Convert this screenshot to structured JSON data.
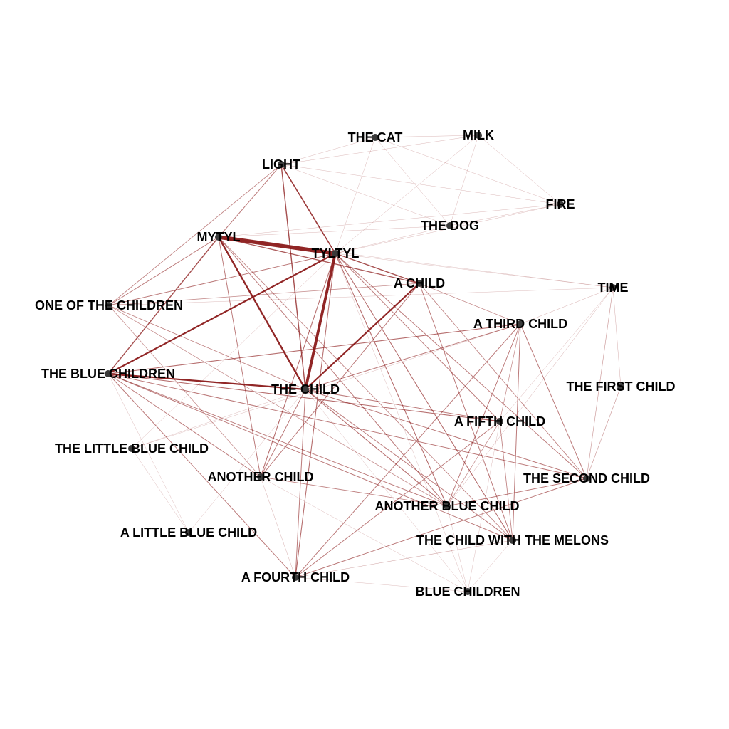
{
  "colors": {
    "background": "#ffffff",
    "edge": "#8b1a1a",
    "node": "#3a3a3a",
    "label": "#000000"
  },
  "nodes": [
    {
      "id": "THE CAT",
      "label": "THE CAT"
    },
    {
      "id": "MILK",
      "label": "MILK"
    },
    {
      "id": "LIGHT",
      "label": "LIGHT"
    },
    {
      "id": "FIRE",
      "label": "FIRE"
    },
    {
      "id": "THE DOG",
      "label": "THE DOG"
    },
    {
      "id": "MYTYL",
      "label": "MYTYL"
    },
    {
      "id": "TYLTYL",
      "label": "TYLTYL"
    },
    {
      "id": "A CHILD",
      "label": "A CHILD"
    },
    {
      "id": "TIME",
      "label": "TIME"
    },
    {
      "id": "ONE OF THE CHILDREN",
      "label": "ONE OF THE CHILDREN"
    },
    {
      "id": "A THIRD CHILD",
      "label": "A THIRD CHILD"
    },
    {
      "id": "THE BLUE CHILDREN",
      "label": "THE BLUE CHILDREN"
    },
    {
      "id": "THE FIRST CHILD",
      "label": "THE FIRST CHILD"
    },
    {
      "id": "THE CHILD",
      "label": "THE CHILD"
    },
    {
      "id": "A FIFTH CHILD",
      "label": "A FIFTH CHILD"
    },
    {
      "id": "THE LITTLE BLUE CHILD",
      "label": "THE LITTLE BLUE CHILD"
    },
    {
      "id": "ANOTHER CHILD",
      "label": "ANOTHER CHILD"
    },
    {
      "id": "THE SECOND CHILD",
      "label": "THE SECOND CHILD"
    },
    {
      "id": "ANOTHER BLUE CHILD",
      "label": "ANOTHER BLUE CHILD"
    },
    {
      "id": "A LITTLE BLUE CHILD",
      "label": "A LITTLE BLUE CHILD"
    },
    {
      "id": "THE CHILD WITH THE MELONS",
      "label": "THE CHILD WITH THE MELONS"
    },
    {
      "id": "A FOURTH CHILD",
      "label": "A FOURTH CHILD"
    },
    {
      "id": "BLUE CHILDREN",
      "label": "BLUE CHILDREN"
    }
  ],
  "edges": [
    {
      "source": "MYTYL",
      "target": "TYLTYL",
      "weight": 5
    },
    {
      "source": "TYLTYL",
      "target": "THE CHILD",
      "weight": 3.5
    },
    {
      "source": "MYTYL",
      "target": "THE CHILD",
      "weight": 2.2
    },
    {
      "source": "TYLTYL",
      "target": "THE BLUE CHILDREN",
      "weight": 2
    },
    {
      "source": "THE BLUE CHILDREN",
      "target": "THE CHILD",
      "weight": 2
    },
    {
      "source": "A CHILD",
      "target": "THE CHILD",
      "weight": 2
    },
    {
      "source": "LIGHT",
      "target": "TYLTYL",
      "weight": 1.5
    },
    {
      "source": "LIGHT",
      "target": "THE CHILD",
      "weight": 1.3
    },
    {
      "source": "MYTYL",
      "target": "THE BLUE CHILDREN",
      "weight": 1.3
    },
    {
      "source": "TYLTYL",
      "target": "A CHILD",
      "weight": 1.3
    },
    {
      "source": "MYTYL",
      "target": "A CHILD",
      "weight": 1.2
    },
    {
      "source": "LIGHT",
      "target": "MYTYL",
      "weight": 0.9
    },
    {
      "source": "LIGHT",
      "target": "ONE OF THE CHILDREN",
      "weight": 0.8
    },
    {
      "source": "MYTYL",
      "target": "ONE OF THE CHILDREN",
      "weight": 0.9
    },
    {
      "source": "TYLTYL",
      "target": "ONE OF THE CHILDREN",
      "weight": 0.9
    },
    {
      "source": "ONE OF THE CHILDREN",
      "target": "A CHILD",
      "weight": 0.7
    },
    {
      "source": "ONE OF THE CHILDREN",
      "target": "THE CHILD",
      "weight": 0.8
    },
    {
      "source": "ONE OF THE CHILDREN",
      "target": "ANOTHER CHILD",
      "weight": 0.7
    },
    {
      "source": "ONE OF THE CHILDREN",
      "target": "ANOTHER BLUE CHILD",
      "weight": 0.7
    },
    {
      "source": "MYTYL",
      "target": "ANOTHER CHILD",
      "weight": 0.9
    },
    {
      "source": "MYTYL",
      "target": "ANOTHER BLUE CHILD",
      "weight": 0.9
    },
    {
      "source": "MYTYL",
      "target": "THE CHILD WITH THE MELONS",
      "weight": 0.8
    },
    {
      "source": "TYLTYL",
      "target": "ANOTHER CHILD",
      "weight": 1
    },
    {
      "source": "TYLTYL",
      "target": "A FOURTH CHILD",
      "weight": 1
    },
    {
      "source": "TYLTYL",
      "target": "ANOTHER BLUE CHILD",
      "weight": 1
    },
    {
      "source": "TYLTYL",
      "target": "THE CHILD WITH THE MELONS",
      "weight": 1
    },
    {
      "source": "TYLTYL",
      "target": "THE SECOND CHILD",
      "weight": 0.9
    },
    {
      "source": "TYLTYL",
      "target": "A FIFTH CHILD",
      "weight": 0.9
    },
    {
      "source": "THE BLUE CHILDREN",
      "target": "A THIRD CHILD",
      "weight": 1
    },
    {
      "source": "THE BLUE CHILDREN",
      "target": "A FIFTH CHILD",
      "weight": 1
    },
    {
      "source": "THE BLUE CHILDREN",
      "target": "ANOTHER CHILD",
      "weight": 0.9
    },
    {
      "source": "THE BLUE CHILDREN",
      "target": "ANOTHER BLUE CHILD",
      "weight": 0.9
    },
    {
      "source": "THE BLUE CHILDREN",
      "target": "THE SECOND CHILD",
      "weight": 0.9
    },
    {
      "source": "THE BLUE CHILDREN",
      "target": "A FOURTH CHILD",
      "weight": 0.9
    },
    {
      "source": "THE BLUE CHILDREN",
      "target": "THE CHILD WITH THE MELONS",
      "weight": 0.9
    },
    {
      "source": "THE CHILD",
      "target": "A THIRD CHILD",
      "weight": 0.9
    },
    {
      "source": "THE CHILD",
      "target": "A FIFTH CHILD",
      "weight": 0.9
    },
    {
      "source": "THE CHILD",
      "target": "ANOTHER CHILD",
      "weight": 0.9
    },
    {
      "source": "THE CHILD",
      "target": "ANOTHER BLUE CHILD",
      "weight": 1
    },
    {
      "source": "THE CHILD",
      "target": "THE SECOND CHILD",
      "weight": 0.9
    },
    {
      "source": "THE CHILD",
      "target": "A FOURTH CHILD",
      "weight": 0.9
    },
    {
      "source": "THE CHILD",
      "target": "THE CHILD WITH THE MELONS",
      "weight": 0.9
    },
    {
      "source": "A CHILD",
      "target": "ANOTHER CHILD",
      "weight": 0.9
    },
    {
      "source": "A CHILD",
      "target": "THE CHILD WITH THE MELONS",
      "weight": 0.9
    },
    {
      "source": "A CHILD",
      "target": "THE SECOND CHILD",
      "weight": 0.8
    },
    {
      "source": "A CHILD",
      "target": "A THIRD CHILD",
      "weight": 0.7
    },
    {
      "source": "A THIRD CHILD",
      "target": "A FOURTH CHILD",
      "weight": 0.9
    },
    {
      "source": "A THIRD CHILD",
      "target": "ANOTHER BLUE CHILD",
      "weight": 0.9
    },
    {
      "source": "A THIRD CHILD",
      "target": "THE CHILD WITH THE MELONS",
      "weight": 0.9
    },
    {
      "source": "A THIRD CHILD",
      "target": "THE SECOND CHILD",
      "weight": 0.9
    },
    {
      "source": "A THIRD CHILD",
      "target": "A FIFTH CHILD",
      "weight": 0.7
    },
    {
      "source": "A FIFTH CHILD",
      "target": "A FOURTH CHILD",
      "weight": 0.9
    },
    {
      "source": "A FIFTH CHILD",
      "target": "THE CHILD WITH THE MELONS",
      "weight": 0.8
    },
    {
      "source": "A FIFTH CHILD",
      "target": "ANOTHER BLUE CHILD",
      "weight": 0.7
    },
    {
      "source": "ANOTHER BLUE CHILD",
      "target": "THE SECOND CHILD",
      "weight": 0.9
    },
    {
      "source": "ANOTHER BLUE CHILD",
      "target": "ANOTHER CHILD",
      "weight": 0.8
    },
    {
      "source": "A FOURTH CHILD",
      "target": "THE SECOND CHILD",
      "weight": 0.9
    },
    {
      "source": "THE SECOND CHILD",
      "target": "TIME",
      "weight": 0.6
    },
    {
      "source": "THE SECOND CHILD",
      "target": "THE FIRST CHILD",
      "weight": 0.6
    },
    {
      "source": "ANOTHER BLUE CHILD",
      "target": "TIME",
      "weight": 0.4
    },
    {
      "source": "A THIRD CHILD",
      "target": "TIME",
      "weight": 0.4
    },
    {
      "source": "THE FIRST CHILD",
      "target": "TIME",
      "weight": 0.4
    },
    {
      "source": "A FIFTH CHILD",
      "target": "TIME",
      "weight": 0.3
    },
    {
      "source": "A FOURTH CHILD",
      "target": "ANOTHER CHILD",
      "weight": 0.4
    },
    {
      "source": "A FOURTH CHILD",
      "target": "THE CHILD WITH THE MELONS",
      "weight": 0.5
    },
    {
      "source": "LIGHT",
      "target": "THE CAT",
      "weight": 0.3
    },
    {
      "source": "LIGHT",
      "target": "MILK",
      "weight": 0.3
    },
    {
      "source": "LIGHT",
      "target": "FIRE",
      "weight": 0.3
    },
    {
      "source": "LIGHT",
      "target": "THE DOG",
      "weight": 0.3
    },
    {
      "source": "THE CAT",
      "target": "MILK",
      "weight": 0.3
    },
    {
      "source": "THE CAT",
      "target": "THE DOG",
      "weight": 0.3
    },
    {
      "source": "THE CAT",
      "target": "FIRE",
      "weight": 0.3
    },
    {
      "source": "THE CAT",
      "target": "TYLTYL",
      "weight": 0.3
    },
    {
      "source": "MILK",
      "target": "FIRE",
      "weight": 0.3
    },
    {
      "source": "MILK",
      "target": "THE DOG",
      "weight": 0.3
    },
    {
      "source": "MILK",
      "target": "TYLTYL",
      "weight": 0.3
    },
    {
      "source": "FIRE",
      "target": "THE DOG",
      "weight": 0.3
    },
    {
      "source": "FIRE",
      "target": "TYLTYL",
      "weight": 0.3
    },
    {
      "source": "FIRE",
      "target": "MYTYL",
      "weight": 0.3
    },
    {
      "source": "THE DOG",
      "target": "TYLTYL",
      "weight": 0.3
    },
    {
      "source": "THE DOG",
      "target": "MYTYL",
      "weight": 0.3
    },
    {
      "source": "MYTYL",
      "target": "TIME",
      "weight": 0.25
    },
    {
      "source": "TYLTYL",
      "target": "TIME",
      "weight": 0.25
    },
    {
      "source": "ONE OF THE CHILDREN",
      "target": "TIME",
      "weight": 0.25
    },
    {
      "source": "THE LITTLE BLUE CHILD",
      "target": "A THIRD CHILD",
      "weight": 0.25
    },
    {
      "source": "THE LITTLE BLUE CHILD",
      "target": "THE CHILD",
      "weight": 0.25
    },
    {
      "source": "THE LITTLE BLUE CHILD",
      "target": "A LITTLE BLUE CHILD",
      "weight": 0.25
    },
    {
      "source": "THE LITTLE BLUE CHILD",
      "target": "TYLTYL",
      "weight": 0.25
    },
    {
      "source": "THE BLUE CHILDREN",
      "target": "A LITTLE BLUE CHILD",
      "weight": 0.25
    },
    {
      "source": "A LITTLE BLUE CHILD",
      "target": "THE CHILD",
      "weight": 0.25
    },
    {
      "source": "BLUE CHILDREN",
      "target": "THE CHILD",
      "weight": 0.25
    },
    {
      "source": "BLUE CHILDREN",
      "target": "ANOTHER BLUE CHILD",
      "weight": 0.25
    },
    {
      "source": "BLUE CHILDREN",
      "target": "THE CHILD WITH THE MELONS",
      "weight": 0.25
    },
    {
      "source": "BLUE CHILDREN",
      "target": "A FIFTH CHILD",
      "weight": 0.25
    },
    {
      "source": "BLUE CHILDREN",
      "target": "ANOTHER CHILD",
      "weight": 0.25
    },
    {
      "source": "BLUE CHILDREN",
      "target": "TYLTYL",
      "weight": 0.25
    },
    {
      "source": "A FOURTH CHILD",
      "target": "BLUE CHILDREN",
      "weight": 0.25
    }
  ]
}
